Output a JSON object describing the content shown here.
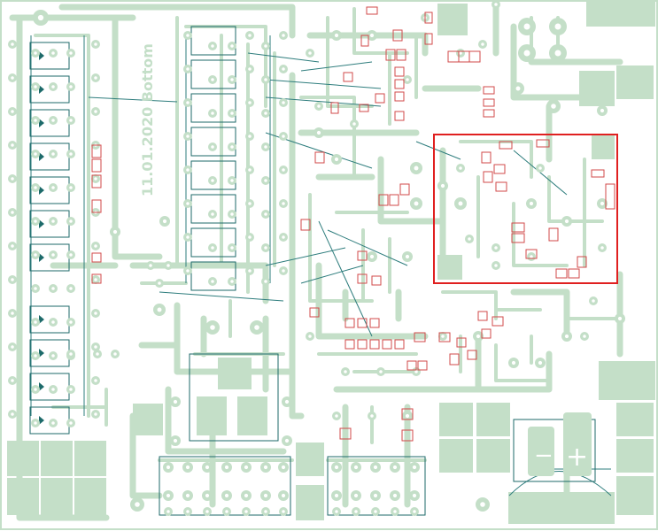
{
  "board": {
    "date_label": "11.01.2020 Bottom",
    "layer_color": "#c4dfc8",
    "silk_color": "#1d6a6a",
    "refdes_color": "#d24a4a",
    "highlight_color": "#e02020",
    "background": "#ffffff"
  },
  "highlight": {
    "label": "selection-box"
  },
  "regions": {
    "left_column": "diode-bridge-array",
    "center_column": "relay-driver-array",
    "bottom_row": "output-terminal-blocks",
    "right_bottom": "polarized-capacitor"
  },
  "capacitor_symbols": {
    "plus": "+",
    "minus": "−"
  }
}
